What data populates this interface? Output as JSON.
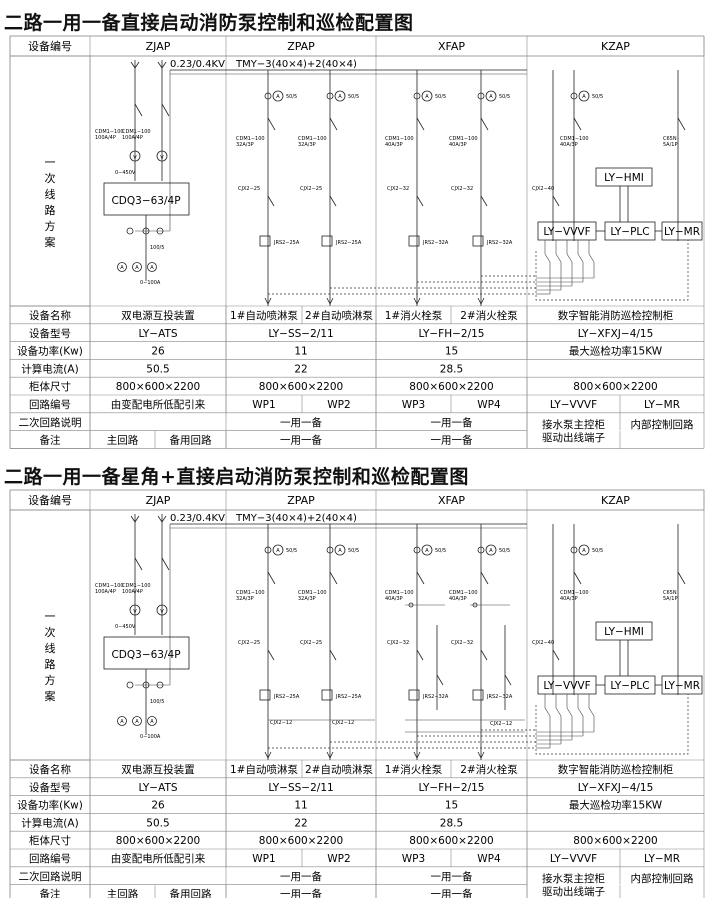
{
  "title1": "二路一用一备直接启动消防泵控制和巡检配置图",
  "title2": "二路一用一备星角+直接启动消防泵控制和巡检配置图",
  "header": {
    "label": "设备编号",
    "cols": [
      "ZJAP",
      "ZPAP",
      "XFAP",
      "KZAP"
    ]
  },
  "side_label": [
    "一",
    "次",
    "线",
    "路",
    "方",
    "案"
  ],
  "bus": {
    "voltage": "0.23/0.4KV",
    "busbar": "TMY−3(40×4)+2(40×4)"
  },
  "devices": {
    "cdm_zjap": "CDM1−100",
    "cdm_zjap_rating": "100A/4P",
    "volt": "0−450V",
    "cdq": "CDQ3−63/4P",
    "ct_zjap": "100/5",
    "amm": "0−100A",
    "ct": "50/5",
    "cdm": "CDM1−100",
    "cdm_zp": "32A/3P",
    "cdm_xf": "40A/3P",
    "cjx25": "CJX2−25",
    "cjx32": "CJX2−32",
    "cjx40": "CJX2−40",
    "cjx12": "CJX2−12",
    "jrs25": "JRS2−25A",
    "jrs32": "JRS2−32A",
    "c65": "C65N",
    "c65_rating": "5A/1P",
    "hmi": "LY−HMI",
    "vvvf": "LY−VVVF",
    "plc": "LY−PLC",
    "mr": "LY−MR",
    "meter_v": "V",
    "meter_a": "A"
  },
  "rows": [
    {
      "label": "设备名称",
      "cells": [
        "双电源互投装置",
        "1#自动喷淋泵",
        "2#自动喷淋泵",
        "1#消火栓泵",
        "2#消火栓泵",
        "数字智能消防巡检控制柜"
      ]
    },
    {
      "label": "设备型号",
      "cells": [
        "LY−ATS",
        "LY−SS−2/11",
        "LY−FH−2/15",
        "LY−XFXJ−4/15"
      ]
    },
    {
      "label": "设备功率(Kw)",
      "cells": [
        "26",
        "11",
        "15",
        "最大巡检功率15KW"
      ]
    },
    {
      "label": "计算电流(A)",
      "cells": [
        "50.5",
        "22",
        "28.5"
      ]
    },
    {
      "label": "柜体尺寸",
      "cells": [
        "800×600×2200",
        "800×600×2200",
        "800×600×2200",
        "800×600×2200"
      ]
    },
    {
      "label": "回路编号",
      "cells": [
        "由变配电所低配引来",
        "WP1",
        "WP2",
        "WP3",
        "WP4",
        "LY−VVVF",
        "LY−MR"
      ]
    },
    {
      "label": "二次回路说明",
      "cells": [
        "一用一备",
        "一用一备",
        "接水泵主控柜",
        "驱动出线端子",
        "内部控制回路"
      ]
    },
    {
      "label": "备注",
      "cells": [
        "主回路",
        "备用回路",
        "一用一备",
        "一用一备"
      ]
    }
  ]
}
